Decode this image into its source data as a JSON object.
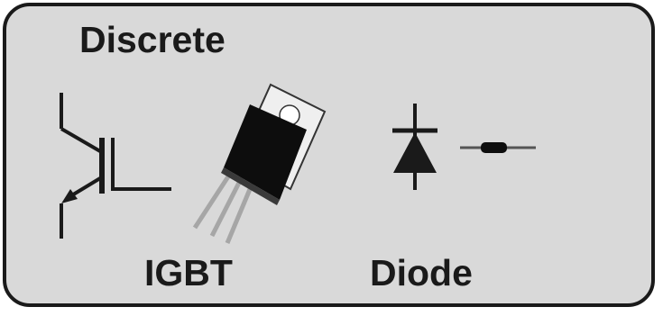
{
  "title": "Discrete",
  "components": [
    {
      "label": "IGBT",
      "symbol": "igbt-symbol-icon",
      "package": "to220-package-icon"
    },
    {
      "label": "Diode",
      "symbol": "diode-symbol-icon",
      "package": "axial-diode-package-icon"
    }
  ],
  "colors": {
    "panel_fill": "#d9d9d9",
    "outline": "#1a1a1a",
    "package_body": "#0d0d0d",
    "tab_metal": "#efefef",
    "leads": "#a6a6a6"
  }
}
